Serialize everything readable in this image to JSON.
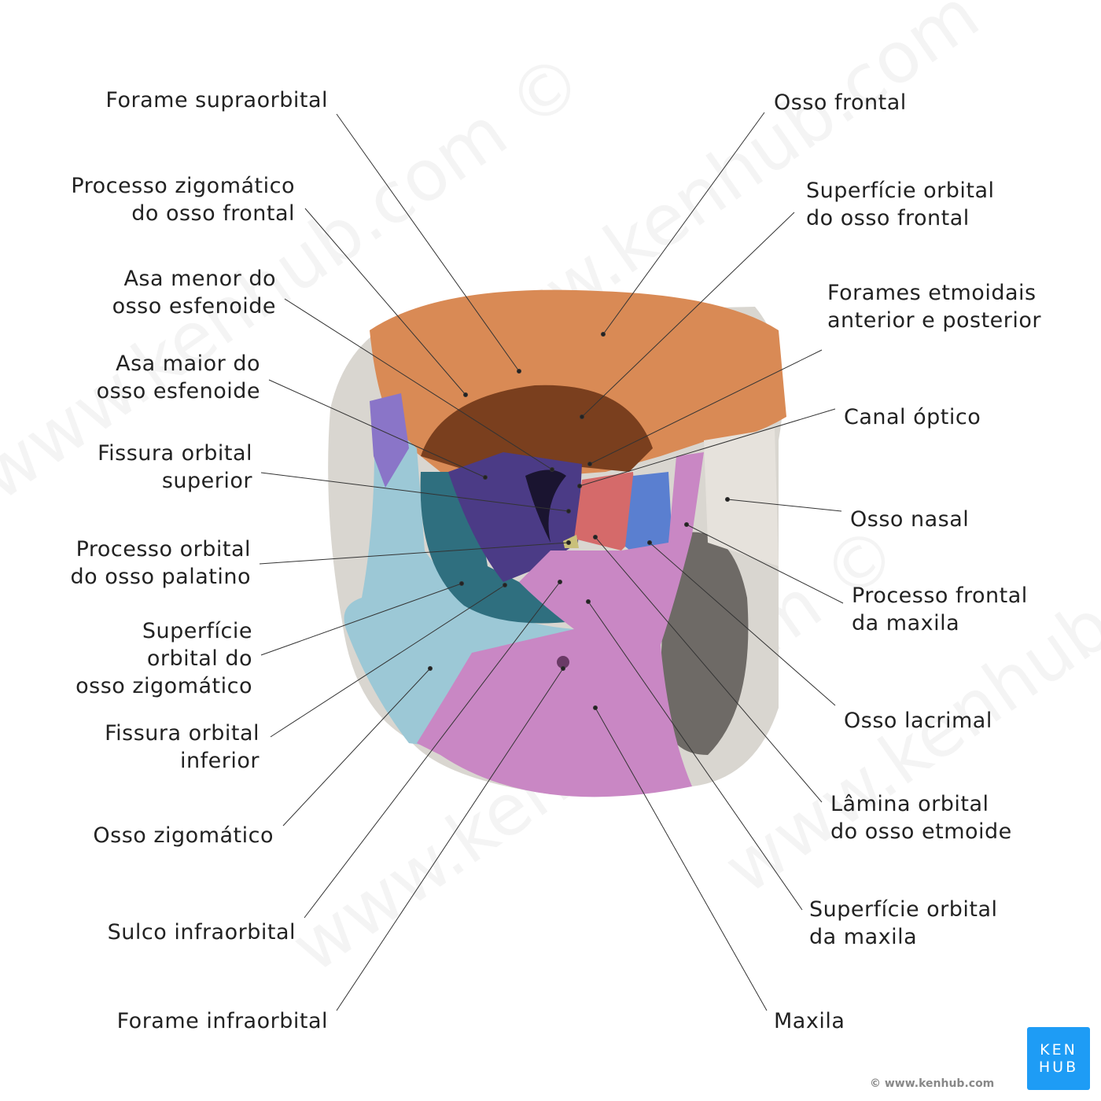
{
  "labels_left": [
    {
      "lines": [
        "Forame supraorbital"
      ]
    },
    {
      "lines": [
        "Processo zigomático",
        "do osso frontal"
      ]
    },
    {
      "lines": [
        "Asa menor do",
        "osso esfenoide"
      ]
    },
    {
      "lines": [
        "Asa maior do",
        "osso esfenoide"
      ]
    },
    {
      "lines": [
        "Fissura orbital",
        "superior"
      ]
    },
    {
      "lines": [
        "Processo orbital",
        "do osso palatino"
      ]
    },
    {
      "lines": [
        "Superfície",
        "orbital do",
        "osso zigomático"
      ]
    },
    {
      "lines": [
        "Fissura orbital",
        "inferior"
      ]
    },
    {
      "lines": [
        "Osso zigomático"
      ]
    },
    {
      "lines": [
        "Sulco infraorbital"
      ]
    },
    {
      "lines": [
        "Forame infraorbital"
      ]
    }
  ],
  "labels_right": [
    {
      "lines": [
        "Osso frontal"
      ]
    },
    {
      "lines": [
        "Superfície orbital",
        "do osso frontal"
      ]
    },
    {
      "lines": [
        "Forames etmoidais",
        "anterior e posterior"
      ]
    },
    {
      "lines": [
        "Canal óptico"
      ]
    },
    {
      "lines": [
        "Osso nasal"
      ]
    },
    {
      "lines": [
        "Processo frontal",
        "da maxila"
      ]
    },
    {
      "lines": [
        "Osso lacrimal"
      ]
    },
    {
      "lines": [
        "Lâmina orbital",
        "do osso etmoide"
      ]
    },
    {
      "lines": [
        "Superfície orbital",
        "da maxila"
      ]
    },
    {
      "lines": [
        "Maxila"
      ]
    }
  ],
  "watermark": "www.kenhub.com ©",
  "logo": {
    "line1": "KEN",
    "line2": "HUB"
  },
  "copyright": "© www.kenhub.com",
  "colors": {
    "frontal": "#d98a55",
    "sphenoid": "#5c4a9a",
    "zygomatic": "#9cc8d6",
    "zygomatic_orbital": "#2f6f7f",
    "maxilla": "#c987c4",
    "ethmoid": "#d56a6a",
    "lacrimal": "#5a7fd0",
    "nasal": "#d8d4cc",
    "palatine": "#c9c07a",
    "brand": "#1e9cf5"
  }
}
